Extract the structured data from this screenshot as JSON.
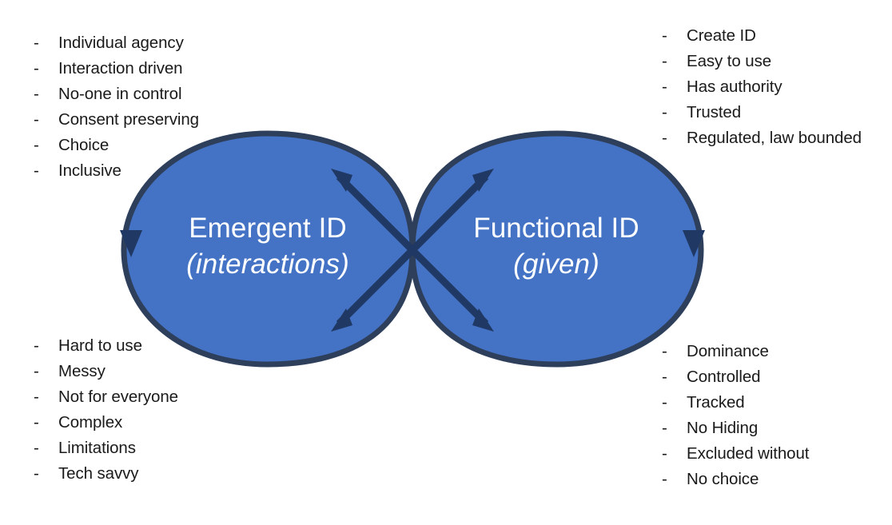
{
  "diagram": {
    "title": "Emergent ID and Functional ID infinity loop",
    "type": "infinity-loop",
    "colors": {
      "lobe_fill": "#4472C4",
      "lobe_stroke": "#2E3F5C",
      "arrow": "#1F3864",
      "label_text": "#FFFFFF",
      "list_text": "#1A1A1A",
      "background": "#FFFFFF"
    },
    "bullet_marker": "-"
  },
  "lobes": {
    "left": {
      "title": "Emergent ID",
      "subtitle": "(interactions)"
    },
    "right": {
      "title": "Functional ID",
      "subtitle": "(given)"
    }
  },
  "lists": {
    "top_left": {
      "name": "emergent-id-positives",
      "items": [
        "Individual agency",
        "Interaction driven",
        "No-one in control",
        "Consent preserving",
        "Choice",
        "Inclusive"
      ]
    },
    "bottom_left": {
      "name": "emergent-id-negatives",
      "items": [
        "Hard to use",
        "Messy",
        "Not for everyone",
        "Complex",
        "Limitations",
        "Tech savvy"
      ]
    },
    "top_right": {
      "name": "functional-id-positives",
      "items": [
        "Create ID",
        "Easy to use",
        "Has authority",
        "Trusted",
        "Regulated, law bounded"
      ]
    },
    "bottom_right": {
      "name": "functional-id-negatives",
      "items": [
        "Dominance",
        "Controlled",
        "Tracked",
        "No Hiding",
        "Excluded without",
        "No choice"
      ]
    }
  }
}
